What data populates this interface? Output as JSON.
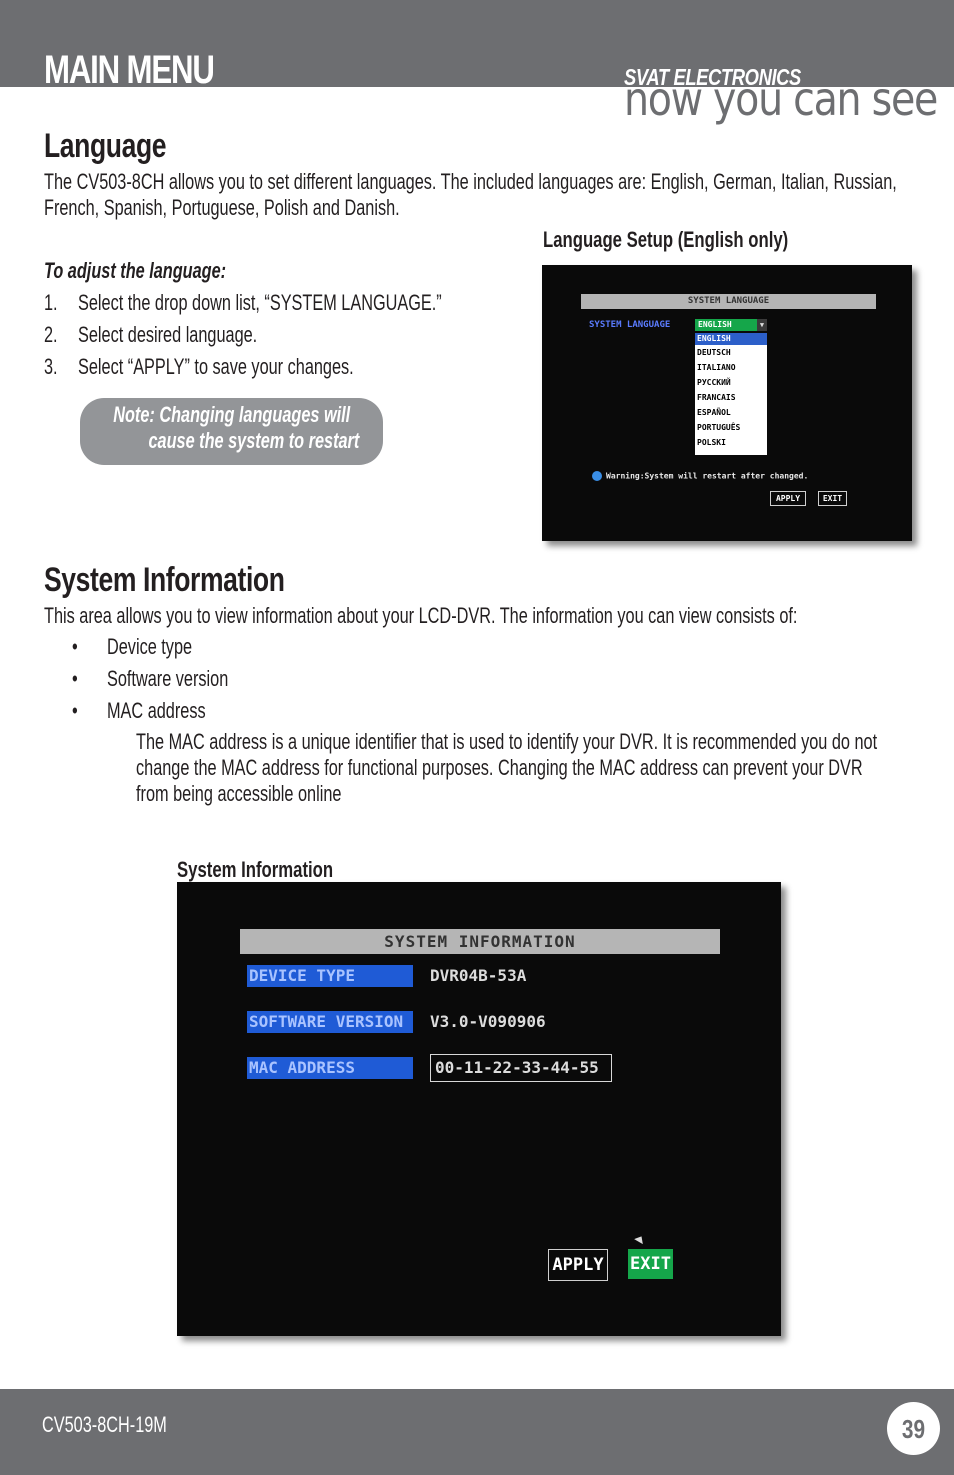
{
  "header": {
    "title": "MAIN MENU",
    "brand": "SVAT ELECTRONICS",
    "tagline": "now you can see"
  },
  "language": {
    "heading": "Language",
    "intro": "The CV503-8CH allows you to set different languages. The included languages are: English, German, Italian, Russian, French, Spanish, Portuguese, Polish and Danish.",
    "instructions_title": "To adjust the language:",
    "steps": [
      {
        "num": "1.",
        "text": "Select the drop down list, “SYSTEM LANGUAGE.”"
      },
      {
        "num": "2.",
        "text": "Select desired language."
      },
      {
        "num": "3.",
        "text": "Select “APPLY” to save your changes."
      }
    ],
    "note_line1": "Note:  Changing languages will",
    "note_line2": "cause the system to restart",
    "figure_caption": "Language Setup (English only)",
    "screen": {
      "title": "SYSTEM LANGUAGE",
      "label": "SYSTEM LANGUAGE",
      "selected": "ENGLISH",
      "options": [
        "ENGLISH",
        "DEUTSCH",
        "ITALIANO",
        "РУССКИЙ",
        "FRANCAIS",
        "ESPAÑOL",
        "PORTUGUÊS",
        "POLSKI"
      ],
      "warning": "Warning:System will restart after changed.",
      "apply": "APPLY",
      "exit": "EXIT"
    }
  },
  "system_info": {
    "heading": "System Information",
    "intro": "This area allows you to view information about your LCD-DVR. The information you can view consists of:",
    "bullets": [
      "Device type",
      "Software version",
      "MAC address"
    ],
    "mac_note": "The MAC address is a unique identifier that is used to identify your DVR. It is recommended you do not change the MAC address for functional purposes. Changing the MAC address can prevent your DVR from being accessible online",
    "figure_caption": "System Information",
    "screen": {
      "title": "SYSTEM INFORMATION",
      "device_type_label": "DEVICE TYPE",
      "device_type_value": "DVR04B-53A",
      "software_version_label": "SOFTWARE VERSION",
      "software_version_value": "V3.0-V090906",
      "mac_label": "MAC ADDRESS",
      "mac_value": "00-11-22-33-44-55",
      "apply": "APPLY",
      "exit": "EXIT"
    }
  },
  "footer": {
    "model": "CV503-8CH-19M",
    "page": "39"
  },
  "colors": {
    "band": "#6d6e71",
    "note_bg": "#939598",
    "osd_green": "#15a64a",
    "osd_blue": "#1f5bd6"
  }
}
